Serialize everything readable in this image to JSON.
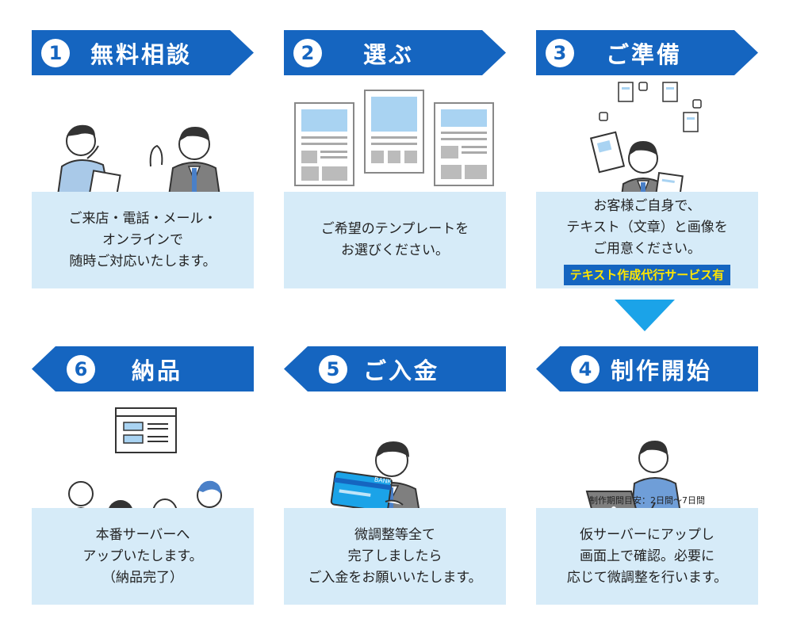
{
  "colors": {
    "banner": "#1565c0",
    "box": "#d6ebf8",
    "arrow": "#1ba3e8",
    "highlight_text": "#ffe600"
  },
  "steps": [
    {
      "number": "1",
      "title": "無料相談",
      "lines": [
        "ご来店・電話・メール・",
        "オンラインで",
        "随時ご対応いたします。"
      ]
    },
    {
      "number": "2",
      "title": "選ぶ",
      "lines": [
        "ご希望のテンプレートを",
        "お選びください。"
      ]
    },
    {
      "number": "3",
      "title": "ご準備",
      "lines": [
        "お客様ご自身で、",
        "テキスト（文章）と画像を",
        "ご用意ください。"
      ],
      "highlight": "テキスト作成代行サービス有"
    },
    {
      "number": "4",
      "title": "制作開始",
      "caption": "制作期間目安：2日間〜7日間",
      "lines": [
        "仮サーバーにアップし",
        "画面上で確認。必要に",
        "応じて微調整を行います。"
      ]
    },
    {
      "number": "5",
      "title": "ご入金",
      "lines": [
        "微調整等全て",
        "完了しましたら",
        "ご入金をお願いいたします。"
      ]
    },
    {
      "number": "6",
      "title": "納品",
      "lines": [
        "本番サーバーへ",
        "アップいたします。",
        "（納品完了）"
      ]
    }
  ],
  "illustrations": {
    "card_label": "BANK"
  }
}
